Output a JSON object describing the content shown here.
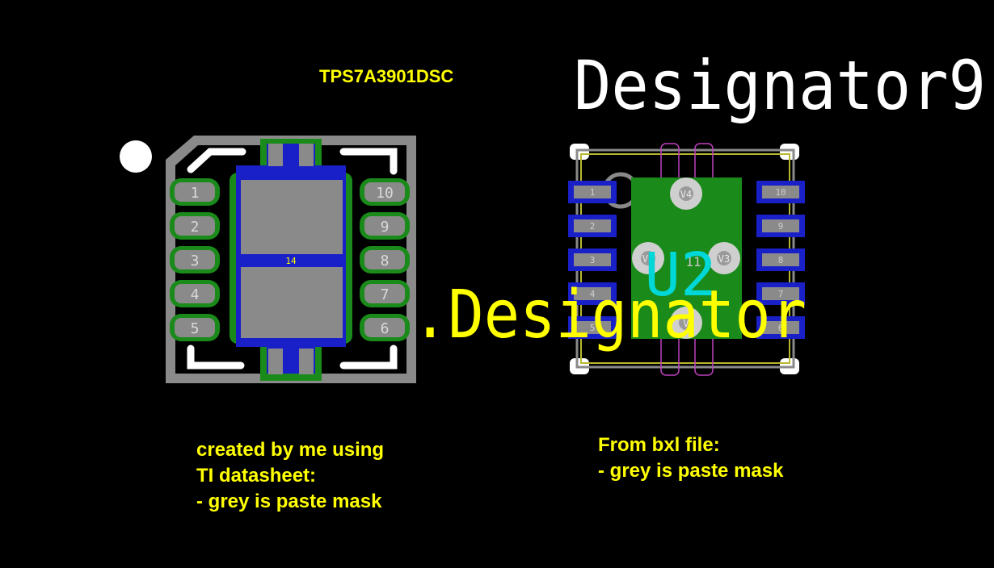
{
  "title": "TPS7A3901DSC",
  "designator_white": "Designator9",
  "designator_yellow": ".Designator",
  "left_footprint": {
    "pins_left": [
      "1",
      "2",
      "3",
      "4",
      "5"
    ],
    "pins_right": [
      "10",
      "9",
      "8",
      "7",
      "6"
    ]
  },
  "right_footprint": {
    "refdes": "U2",
    "pins_left": [
      "1",
      "2",
      "3",
      "4",
      "5"
    ],
    "pins_right": [
      "10",
      "9",
      "8",
      "7",
      "6"
    ],
    "via_label_top": "V4",
    "via_label_left": "V2",
    "via_label_right": "V3",
    "via_label_bottom": "V",
    "center_label": "11"
  },
  "caption_left": [
    "created by me using",
    "TI datasheet:",
    "- grey is paste mask"
  ],
  "caption_right": [
    "From bxl file:",
    "- grey is paste mask"
  ],
  "colors": {
    "background": "#000000",
    "silkscreen_white": "#ffffff",
    "text_yellow": "#ffff00",
    "solder_mask_green": "#1a8a1a",
    "copper_blue": "#1a20c8",
    "paste_grey": "#8a8a8a",
    "refdes_cyan": "#00d8d8",
    "courtyard_magenta": "#c040c0"
  }
}
